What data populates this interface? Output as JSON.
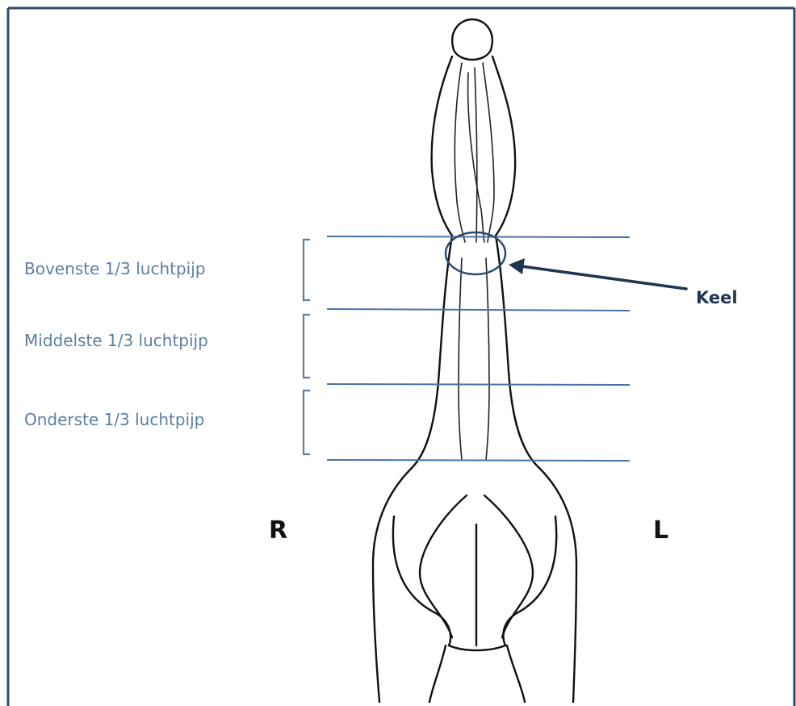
{
  "regions": {
    "upper": "Bovenste 1/3 luchtpijp",
    "middle": "Middelste 1/3 luchtpijp",
    "lower": "Onderste 1/3 luchtpijp"
  },
  "callout": {
    "label": "Keel"
  },
  "sides": {
    "right": "R",
    "left": "L"
  },
  "colors": {
    "frame": "#2e4a6e",
    "region_text": "#5b7fa6",
    "guide_lines": "#4a72a6",
    "callout": "#1f3552",
    "drawing": "#111111"
  }
}
